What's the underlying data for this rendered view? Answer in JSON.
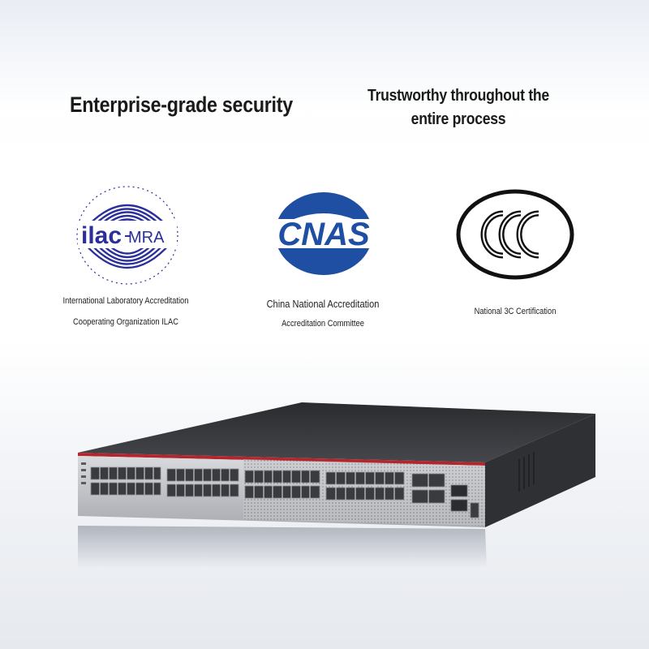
{
  "headlines": {
    "left": "Enterprise-grade security",
    "right": "Trustworthy throughout the entire process"
  },
  "certifications": {
    "ilac": {
      "logo_text_a": "ilac",
      "logo_text_b": "MRA",
      "caption_line1": "International Laboratory Accreditation",
      "caption_line2": "Cooperating Organization ILAC",
      "color": "#2b2f9a"
    },
    "cnas": {
      "logo_text": "CNAS",
      "caption_line1": "China National Accreditation",
      "caption_line2": "Accreditation Committee",
      "color": "#1f4fa3"
    },
    "ccc": {
      "caption": "National 3C Certification",
      "color": "#111111"
    }
  },
  "product": {
    "icon": "network-switch-image",
    "accent_color": "#b3262d"
  }
}
